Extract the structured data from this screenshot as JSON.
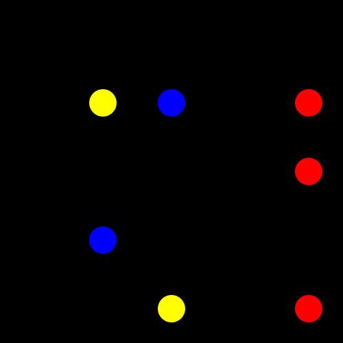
{
  "board": {
    "rows": 5,
    "cols": 5,
    "background": "#000000",
    "dots": [
      {
        "row": 1,
        "col": 1,
        "color": "yellow"
      },
      {
        "row": 1,
        "col": 2,
        "color": "blue"
      },
      {
        "row": 1,
        "col": 4,
        "color": "red"
      },
      {
        "row": 2,
        "col": 4,
        "color": "red"
      },
      {
        "row": 3,
        "col": 1,
        "color": "blue"
      },
      {
        "row": 4,
        "col": 2,
        "color": "yellow"
      },
      {
        "row": 4,
        "col": 4,
        "color": "red"
      }
    ]
  },
  "colors": {
    "yellow": "#FFFF00",
    "blue": "#0000FF",
    "red": "#FF0000"
  }
}
